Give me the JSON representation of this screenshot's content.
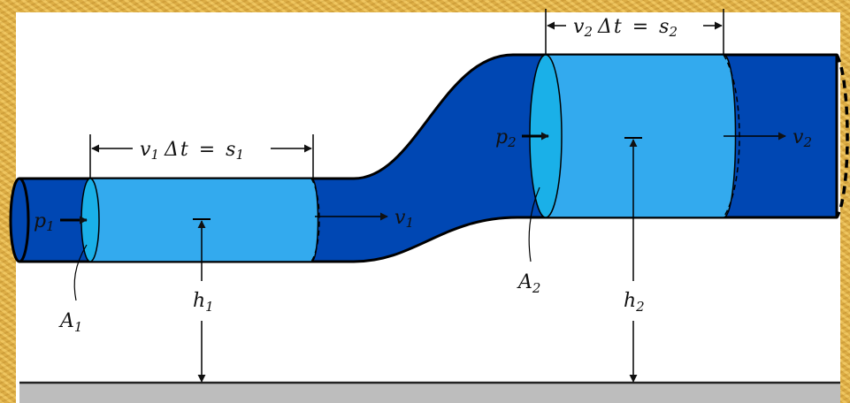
{
  "diagram": {
    "label_p1": "p",
    "label_p1_sub": "1",
    "label_v1": "v",
    "label_v1_sub": "1",
    "label_A1": "A",
    "label_A1_sub": "1",
    "label_h1": "h",
    "label_h1_sub": "1",
    "label_s1_eq": {
      "v": "v",
      "v_sub": "1",
      "delta": "Δ",
      "t": "t",
      "eq": "=",
      "s": "s",
      "s_sub": "1"
    },
    "label_p2": "p",
    "label_p2_sub": "2",
    "label_v2": "v",
    "label_v2_sub": "2",
    "label_A2": "A",
    "label_A2_sub": "2",
    "label_h2": "h",
    "label_h2_sub": "2",
    "label_s2_eq": {
      "v": "v",
      "v_sub": "2",
      "delta": "Δ",
      "t": "t",
      "eq": "=",
      "s": "s",
      "s_sub": "2"
    },
    "colors": {
      "pipe": "#0047b3",
      "fluid": "#33aaee",
      "section": "#1ab0e8",
      "ground": "#bdbdbd",
      "panel": "#ffffff",
      "frame": "#e7b64a"
    }
  }
}
